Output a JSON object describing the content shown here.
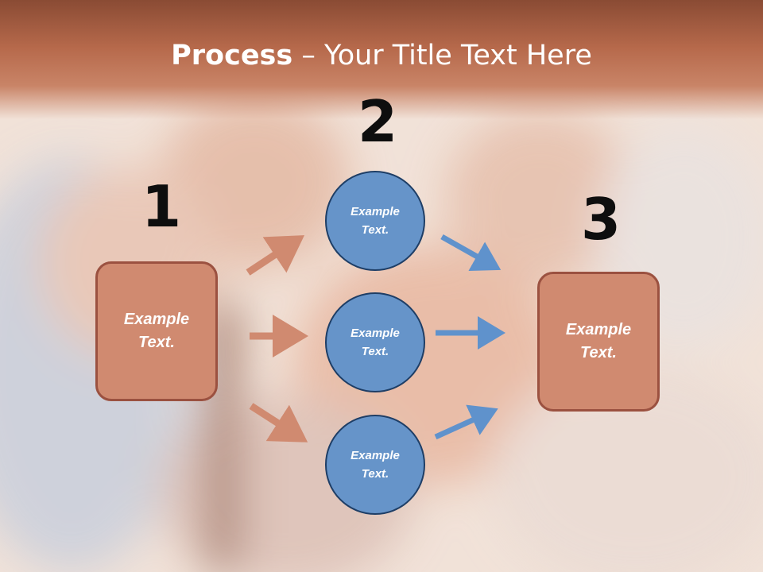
{
  "slide": {
    "title_bold": "Process",
    "title_rest": " – Your Title Text Here"
  },
  "steps": {
    "one": {
      "number": "1",
      "line1": "Example",
      "line2": "Text."
    },
    "two": {
      "number": "2"
    },
    "three": {
      "number": "3",
      "line1": "Example",
      "line2": "Text."
    }
  },
  "circles": [
    {
      "line1": "Example",
      "line2": "Text."
    },
    {
      "line1": "Example",
      "line2": "Text."
    },
    {
      "line1": "Example",
      "line2": "Text."
    }
  ],
  "colors": {
    "header": "#b6694b",
    "box_fill": "#d08a70",
    "box_border": "#9b5140",
    "circle_fill": "#6694c9",
    "circle_border": "#1e3e66",
    "arrow_orange": "#d08a70",
    "arrow_blue": "#5f92cc"
  }
}
